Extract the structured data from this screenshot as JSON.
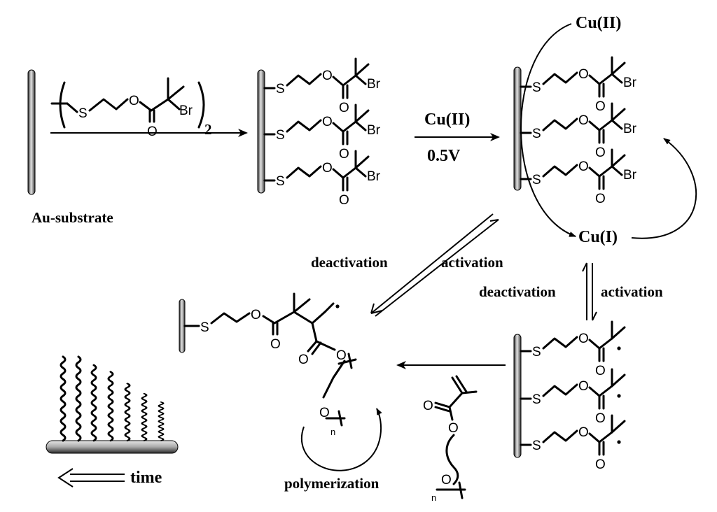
{
  "labels": {
    "au_substrate": "Au-substrate",
    "cu_ii_reagent": "Cu(II)",
    "voltage": "0.5V",
    "cu_ii_top": "Cu(II)",
    "cu_i": "Cu(I)",
    "deactivation_left": "deactivation",
    "activation_left": "activation",
    "deactivation_right": "deactivation",
    "activation_right": "activation",
    "polymerization": "polymerization",
    "time": "time",
    "subscript_2": "2"
  },
  "atoms": {
    "S": "S",
    "O": "O",
    "Br": "Br",
    "n": "n"
  },
  "colors": {
    "ink": "#000000",
    "substrate_light": "#e8e8e8",
    "substrate_dark": "#3a3a3a"
  }
}
